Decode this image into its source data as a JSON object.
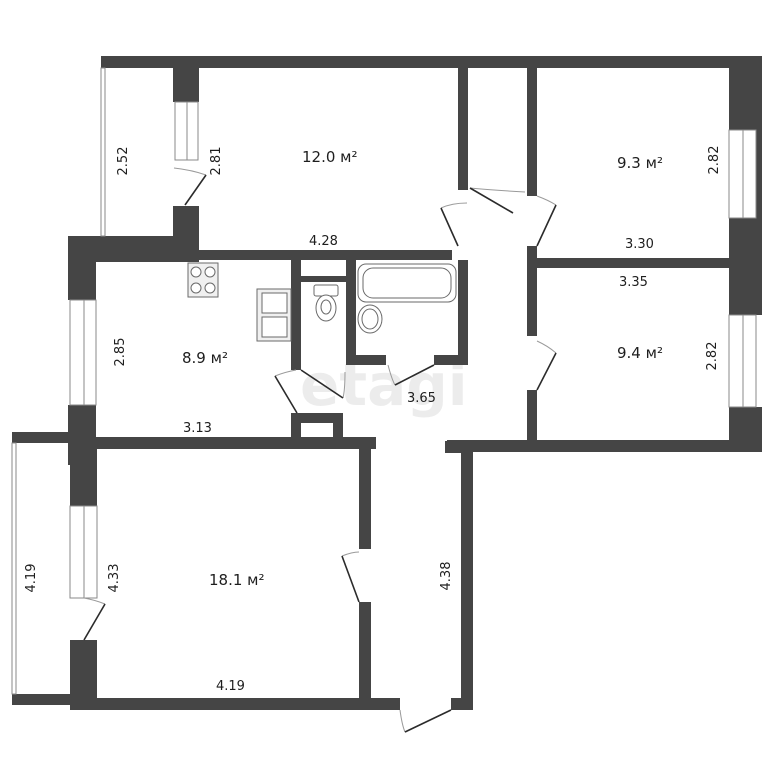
{
  "plan": {
    "colors": {
      "wall": "#454545",
      "background": "#ffffff",
      "text": "#1e1e1e"
    },
    "watermark": "etagi",
    "area_unit": "м²",
    "rooms": [
      {
        "id": "room-top-center",
        "area": "12.0 м²",
        "width": "4.28",
        "height": "2.81"
      },
      {
        "id": "room-top-right",
        "area": "9.3 м²",
        "width": "3.30",
        "height": "2.82"
      },
      {
        "id": "room-mid-right",
        "area": "9.4 м²",
        "width": "3.35",
        "height": "2.82"
      },
      {
        "id": "kitchen",
        "area": "8.9 м²",
        "width": "3.13",
        "height": "2.85"
      },
      {
        "id": "living-room",
        "area": "18.1 м²",
        "width": "4.19",
        "height": "4.33"
      }
    ],
    "dimensions": {
      "balcony_top": "2.52",
      "balcony_left": "4.19",
      "bathroom_corridor": "3.65",
      "hallway": "4.38"
    }
  }
}
